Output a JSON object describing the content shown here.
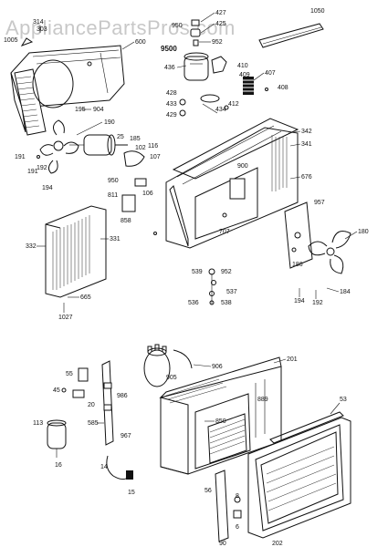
{
  "watermark": "AppliancePartsPros.com",
  "labels": {
    "l1005": "1005",
    "l314": "314",
    "l303": "303",
    "l600": "600",
    "l427": "427",
    "l425": "425",
    "l952a": "952",
    "l950top": "950",
    "l9500": "9500",
    "l410": "410",
    "l436": "436",
    "l409": "409",
    "l407": "407",
    "l408": "408",
    "l428": "428",
    "l433": "433",
    "l412": "412",
    "l434": "434",
    "l429": "429",
    "l195": "195",
    "l904": "904",
    "l190": "190",
    "l25": "25",
    "l185": "185",
    "l102": "102",
    "l116": "116",
    "l107": "107",
    "l191": "191",
    "l192": "192",
    "l950m": "950",
    "l191b": "191",
    "l194": "194",
    "l106": "106",
    "l811": "811",
    "l858": "858",
    "l342": "342",
    "l341": "341",
    "l676": "676",
    "l900": "900",
    "l707": "707",
    "l957": "957",
    "l180": "180",
    "l186": "186",
    "l332": "332",
    "l331": "331",
    "l665": "665",
    "l1027": "1027",
    "l539": "539",
    "l952b": "952",
    "l537": "537",
    "l536": "536",
    "l538": "538",
    "l194b": "194",
    "l192b": "192",
    "l184": "184",
    "l905": "905",
    "l906": "906",
    "l201": "201",
    "l55": "55",
    "l45": "45",
    "l20": "20",
    "l113": "113",
    "l585": "585",
    "l986": "986",
    "l967": "967",
    "l16": "16",
    "l14": "14",
    "l15": "15",
    "l889": "889",
    "l850": "850",
    "l53": "53",
    "l56": "56",
    "l202": "202",
    "l6": "6",
    "l90": "90",
    "l8": "8"
  }
}
